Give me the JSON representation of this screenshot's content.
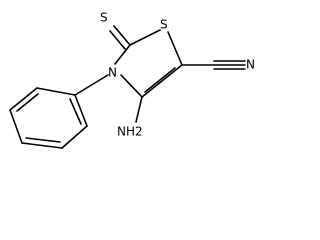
{
  "molecule": {
    "atoms": {
      "thione_s": "S",
      "ring_s": "S",
      "ring_n": "N",
      "nitrile_n": "N",
      "amino": "NH2"
    }
  }
}
